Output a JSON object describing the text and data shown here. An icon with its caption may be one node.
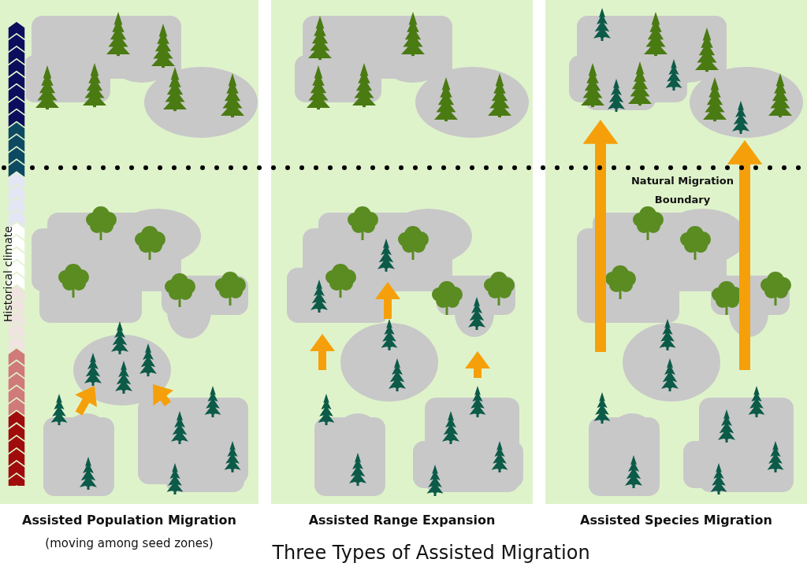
{
  "diagram": {
    "title": "Three Types of Assisted Migration",
    "nodes": [
      {
        "text": [
          "Assisted Population Migration",
          "(moving among seed zones)"
        ]
      },
      {
        "text": [
          "Assisted Range Expansion"
        ]
      },
      {
        "text": [
          "Assisted Species Migration"
        ]
      }
    ],
    "labels": [
      "Historical climate",
      "Natural Migration Boundary"
    ]
  }
}
